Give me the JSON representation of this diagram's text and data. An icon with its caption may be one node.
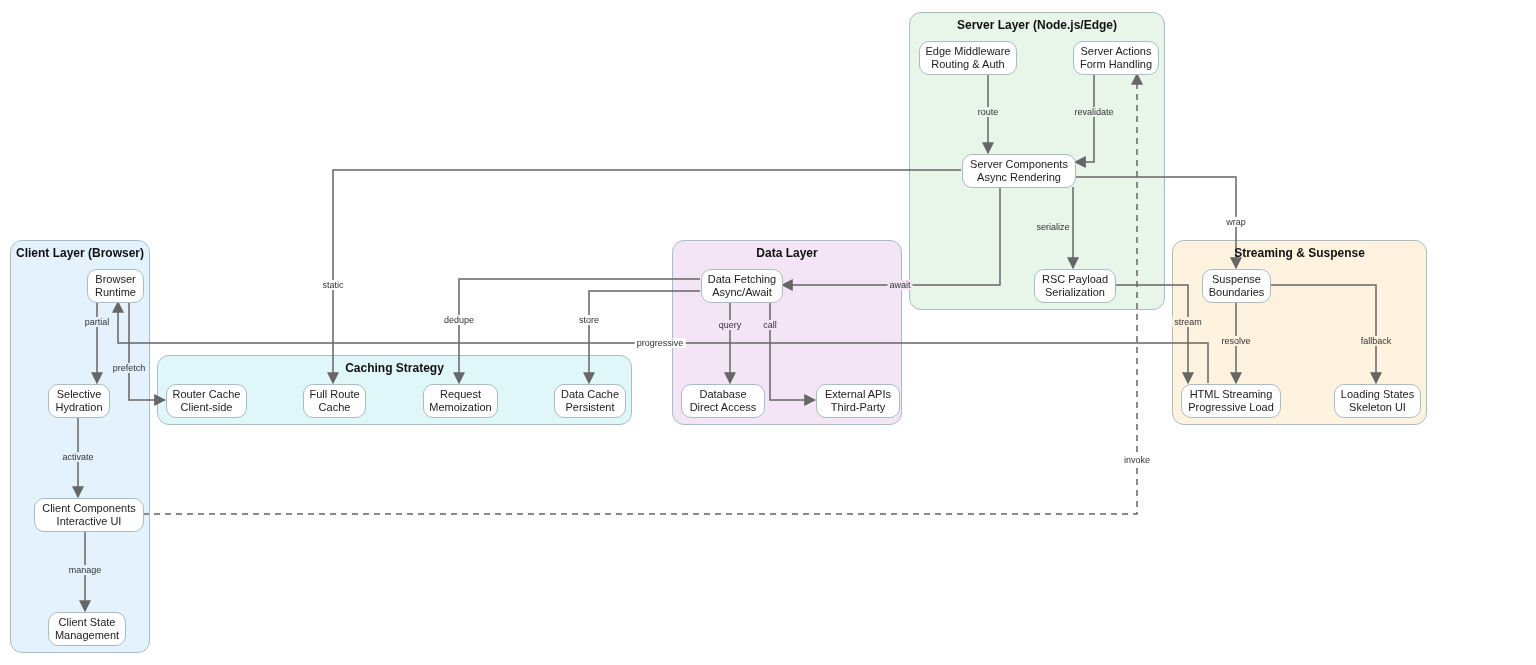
{
  "diagram": {
    "nodes": [
      {
        "text": [
          "Client Layer (Browser)"
        ]
      },
      {
        "text": [
          "Browser Runtime"
        ],
        "in": 0
      },
      {
        "text": [
          "Selective Hydration"
        ],
        "in": 0
      },
      {
        "text": [
          "Client Components Interactive UI"
        ],
        "in": 0
      },
      {
        "text": [
          "Client State Management"
        ],
        "in": 0
      },
      {
        "text": [
          "Caching Strategy"
        ]
      },
      {
        "text": [
          "Router Cache Client-side"
        ],
        "in": 5
      },
      {
        "text": [
          "Full Route Cache"
        ],
        "in": 5
      },
      {
        "text": [
          "Request Memoization"
        ],
        "in": 5
      },
      {
        "text": [
          "Data Cache Persistent"
        ],
        "in": 5
      },
      {
        "text": [
          "Data Layer"
        ]
      },
      {
        "text": [
          "Data Fetching Async/Await"
        ],
        "in": 10
      },
      {
        "text": [
          "Database Direct Access"
        ],
        "in": 10
      },
      {
        "text": [
          "External APIs Third-Party"
        ],
        "in": 10
      },
      {
        "text": [
          "Server Layer (Node.js/Edge)"
        ]
      },
      {
        "text": [
          "Edge Middleware Routing & Auth"
        ],
        "in": 14
      },
      {
        "text": [
          "Server Actions Form Handling"
        ],
        "in": 14
      },
      {
        "text": [
          "Server Components Async Rendering"
        ],
        "in": 14
      },
      {
        "text": [
          "RSC Payload Serialization"
        ],
        "in": 14
      },
      {
        "text": [
          "Streaming & Suspense"
        ]
      },
      {
        "text": [
          "Suspense Boundaries"
        ],
        "in": 19
      },
      {
        "text": [
          "HTML Streaming Progressive Load"
        ],
        "in": 19
      },
      {
        "text": [
          "Loading States Skeleton UI"
        ],
        "in": 19
      }
    ],
    "edges": [
      {
        "from": 1,
        "to": 2,
        "arrow": "to",
        "label": "partial"
      },
      {
        "from": 1,
        "to": 6,
        "arrow": "to",
        "label": "prefetch"
      },
      {
        "from": 2,
        "to": 3,
        "arrow": "to",
        "label": "activate"
      },
      {
        "from": 3,
        "to": 4,
        "arrow": "to",
        "label": "manage"
      },
      {
        "from": 3,
        "to": 16,
        "arrow": "to",
        "label": "invoke",
        "style": "dashed"
      },
      {
        "from": 15,
        "to": 17,
        "arrow": "to",
        "label": "route"
      },
      {
        "from": 16,
        "to": 17,
        "arrow": "to",
        "label": "revalidate"
      },
      {
        "from": 17,
        "to": 7,
        "arrow": "to",
        "label": "static"
      },
      {
        "from": 17,
        "to": 11,
        "arrow": "to",
        "label": "await"
      },
      {
        "from": 17,
        "to": 18,
        "arrow": "to",
        "label": "serialize"
      },
      {
        "from": 17,
        "to": 20,
        "arrow": "to",
        "label": "wrap"
      },
      {
        "from": 11,
        "to": 8,
        "arrow": "to",
        "label": "dedupe"
      },
      {
        "from": 11,
        "to": 9,
        "arrow": "to",
        "label": "store"
      },
      {
        "from": 11,
        "to": 12,
        "arrow": "to",
        "label": "query"
      },
      {
        "from": 11,
        "to": 13,
        "arrow": "to",
        "label": "call"
      },
      {
        "from": 18,
        "to": 21,
        "arrow": "to",
        "label": "stream"
      },
      {
        "from": 20,
        "to": 21,
        "arrow": "to",
        "label": "resolve"
      },
      {
        "from": 20,
        "to": 22,
        "arrow": "to",
        "label": "fallback"
      },
      {
        "from": 21,
        "to": 1,
        "arrow": "to",
        "label": "progressive"
      }
    ]
  }
}
